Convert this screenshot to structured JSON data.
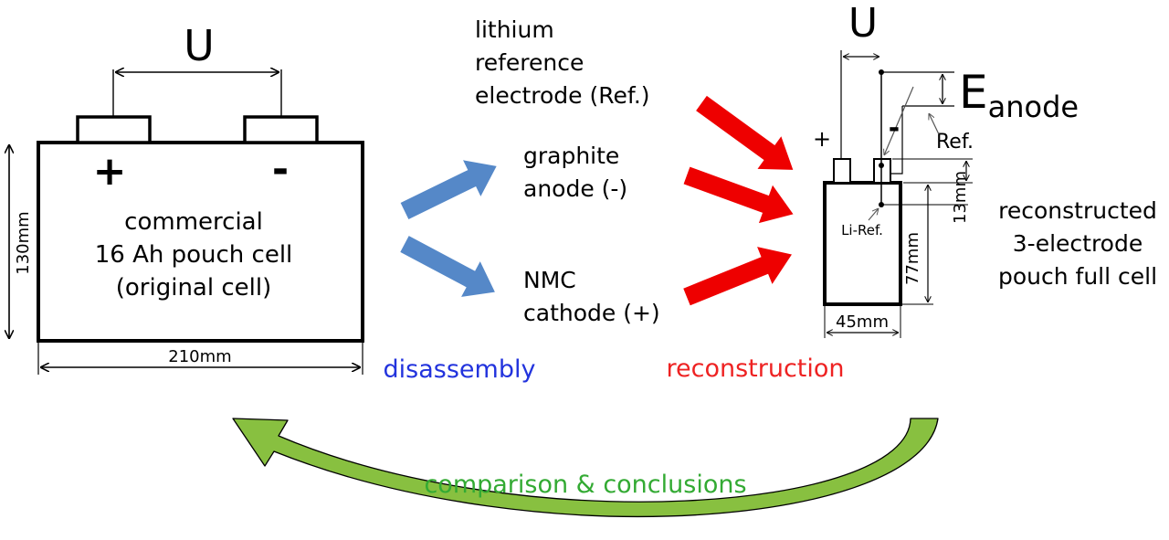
{
  "original_cell": {
    "voltage_label": "U",
    "plus": "+",
    "minus": "-",
    "line1": "commercial",
    "line2": "16 Ah pouch cell",
    "line3": "(original cell)",
    "height_dim": "130mm",
    "width_dim": "210mm"
  },
  "components": {
    "reference_line1": "lithium",
    "reference_line2": "reference",
    "reference_line3": "electrode (Ref.)",
    "anode_line1": "graphite",
    "anode_line2": "anode (-)",
    "cathode_line1": "NMC",
    "cathode_line2": "cathode (+)"
  },
  "reconstructed_cell": {
    "voltage_label": "U",
    "e_main": "E",
    "e_sub": "anode",
    "plus": "+",
    "minus": "-",
    "ref_label": "Ref.",
    "li_ref_label": "Li-Ref.",
    "tab_dim": "13mm",
    "height_dim": "77mm",
    "width_dim": "45mm",
    "line1": "reconstructed",
    "line2": "3-electrode",
    "line3": "pouch full cell"
  },
  "steps": {
    "disassembly": "disassembly",
    "reconstruction": "reconstruction",
    "comparison": "comparison & conclusions"
  },
  "colors": {
    "disassembly": "#2233dd",
    "reconstruction": "#ee2222",
    "comparison": "#33aa33",
    "blue_arrow": "#5588c8",
    "red_arrow": "#ee0000",
    "green_arrow": "#88c040"
  }
}
